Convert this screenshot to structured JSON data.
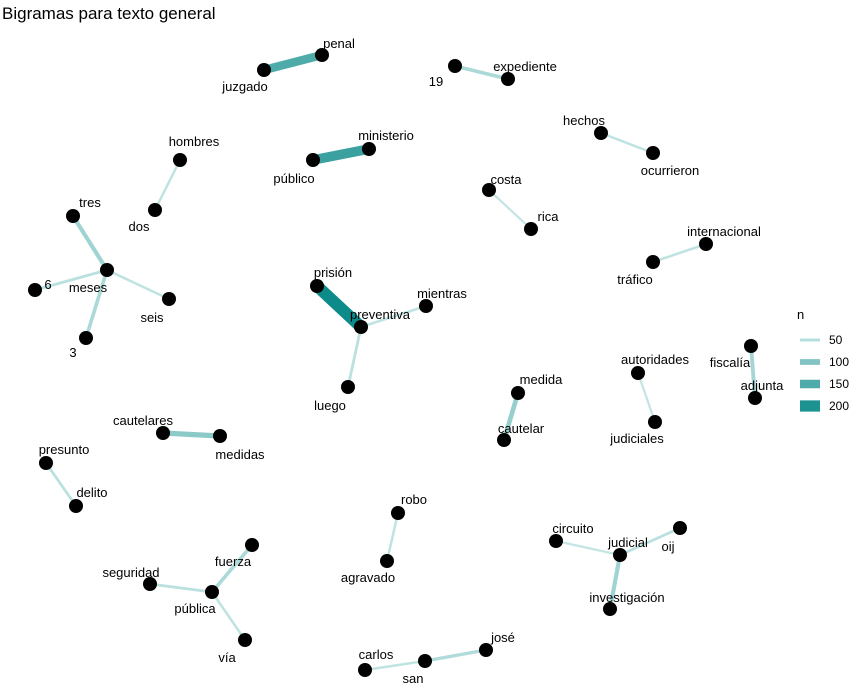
{
  "title": "Bigramas para texto general",
  "legend": {
    "title": "n",
    "entries": [
      {
        "label": "50",
        "value": 50
      },
      {
        "label": "100",
        "value": 100
      },
      {
        "label": "150",
        "value": 150
      },
      {
        "label": "200",
        "value": 200
      }
    ]
  },
  "colors": {
    "edge_low": "#c9e8e6",
    "edge_high": "#0d8a8a",
    "node": "#000000"
  },
  "graph": {
    "nodes": [
      {
        "id": "penal",
        "label": "penal"
      },
      {
        "id": "juzgado",
        "label": "juzgado"
      },
      {
        "id": "19",
        "label": "19"
      },
      {
        "id": "expediente",
        "label": "expediente"
      },
      {
        "id": "hechos",
        "label": "hechos"
      },
      {
        "id": "ocurrieron",
        "label": "ocurrieron"
      },
      {
        "id": "ministerio",
        "label": "ministerio"
      },
      {
        "id": "publico",
        "label": "público"
      },
      {
        "id": "hombres",
        "label": "hombres"
      },
      {
        "id": "dos",
        "label": "dos"
      },
      {
        "id": "tres",
        "label": "tres"
      },
      {
        "id": "meses",
        "label": "meses"
      },
      {
        "id": "6",
        "label": "6"
      },
      {
        "id": "seis",
        "label": "seis"
      },
      {
        "id": "3",
        "label": "3"
      },
      {
        "id": "costa",
        "label": "costa"
      },
      {
        "id": "rica",
        "label": "rica"
      },
      {
        "id": "internacional",
        "label": "internacional"
      },
      {
        "id": "trafico",
        "label": "tráfico"
      },
      {
        "id": "prision",
        "label": "prisión"
      },
      {
        "id": "preventiva",
        "label": "preventiva"
      },
      {
        "id": "mientras",
        "label": "mientras"
      },
      {
        "id": "luego",
        "label": "luego"
      },
      {
        "id": "autoridades",
        "label": "autoridades"
      },
      {
        "id": "judiciales",
        "label": "judiciales"
      },
      {
        "id": "fiscalia",
        "label": "fiscalía"
      },
      {
        "id": "adjunta",
        "label": "adjunta"
      },
      {
        "id": "medida",
        "label": "medida"
      },
      {
        "id": "cautelar",
        "label": "cautelar"
      },
      {
        "id": "cautelares",
        "label": "cautelares"
      },
      {
        "id": "medidas",
        "label": "medidas"
      },
      {
        "id": "presunto",
        "label": "presunto"
      },
      {
        "id": "delito",
        "label": "delito"
      },
      {
        "id": "robo",
        "label": "robo"
      },
      {
        "id": "agravado",
        "label": "agravado"
      },
      {
        "id": "circuito",
        "label": "circuito"
      },
      {
        "id": "judicial",
        "label": "judicial"
      },
      {
        "id": "oij",
        "label": "oij"
      },
      {
        "id": "investigacion",
        "label": "investigación"
      },
      {
        "id": "fuerza",
        "label": "fuerza"
      },
      {
        "id": "seguridad",
        "label": "seguridad"
      },
      {
        "id": "publica",
        "label": "pública"
      },
      {
        "id": "via",
        "label": "vía"
      },
      {
        "id": "carlos",
        "label": "carlos"
      },
      {
        "id": "san",
        "label": "san"
      },
      {
        "id": "jose",
        "label": "josé"
      }
    ],
    "edges": [
      {
        "from": "juzgado",
        "to": "penal",
        "n": 150
      },
      {
        "from": "19",
        "to": "expediente",
        "n": 60
      },
      {
        "from": "hechos",
        "to": "ocurrieron",
        "n": 40
      },
      {
        "from": "ministerio",
        "to": "publico",
        "n": 170
      },
      {
        "from": "hombres",
        "to": "dos",
        "n": 40
      },
      {
        "from": "tres",
        "to": "meses",
        "n": 70
      },
      {
        "from": "6",
        "to": "meses",
        "n": 45
      },
      {
        "from": "seis",
        "to": "meses",
        "n": 40
      },
      {
        "from": "3",
        "to": "meses",
        "n": 60
      },
      {
        "from": "costa",
        "to": "rica",
        "n": 35
      },
      {
        "from": "internacional",
        "to": "trafico",
        "n": 40
      },
      {
        "from": "prision",
        "to": "preventiva",
        "n": 215
      },
      {
        "from": "mientras",
        "to": "preventiva",
        "n": 40
      },
      {
        "from": "luego",
        "to": "preventiva",
        "n": 45
      },
      {
        "from": "autoridades",
        "to": "judiciales",
        "n": 35
      },
      {
        "from": "fiscalia",
        "to": "adjunta",
        "n": 65
      },
      {
        "from": "medida",
        "to": "cautelar",
        "n": 80
      },
      {
        "from": "cautelares",
        "to": "medidas",
        "n": 90
      },
      {
        "from": "presunto",
        "to": "delito",
        "n": 45
      },
      {
        "from": "robo",
        "to": "agravado",
        "n": 40
      },
      {
        "from": "circuito",
        "to": "judicial",
        "n": 35
      },
      {
        "from": "oij",
        "to": "judicial",
        "n": 45
      },
      {
        "from": "judicial",
        "to": "investigacion",
        "n": 70
      },
      {
        "from": "fuerza",
        "to": "publica",
        "n": 60
      },
      {
        "from": "seguridad",
        "to": "publica",
        "n": 45
      },
      {
        "from": "via",
        "to": "publica",
        "n": 40
      },
      {
        "from": "carlos",
        "to": "san",
        "n": 40
      },
      {
        "from": "san",
        "to": "jose",
        "n": 55
      }
    ]
  }
}
